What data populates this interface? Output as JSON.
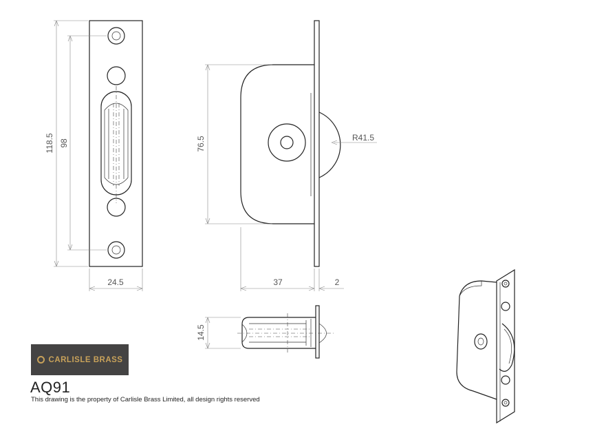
{
  "brand": "CARLISLE BRASS",
  "product_code": "AQ91",
  "property_notice": "This drawing is the property of Carlisle Brass Limited, all design rights reserved",
  "dimensions": {
    "front_height": "118.5",
    "hole_centers": "98",
    "front_width": "24.5",
    "side_height": "76.5",
    "radius": "R41.5",
    "body_depth": "37",
    "plate_thickness": "2",
    "bottom_height": "14.5"
  },
  "colors": {
    "logo_bg": "#444343",
    "logo_text": "#c8a25a",
    "line": "#222222",
    "dimension": "#888888"
  }
}
